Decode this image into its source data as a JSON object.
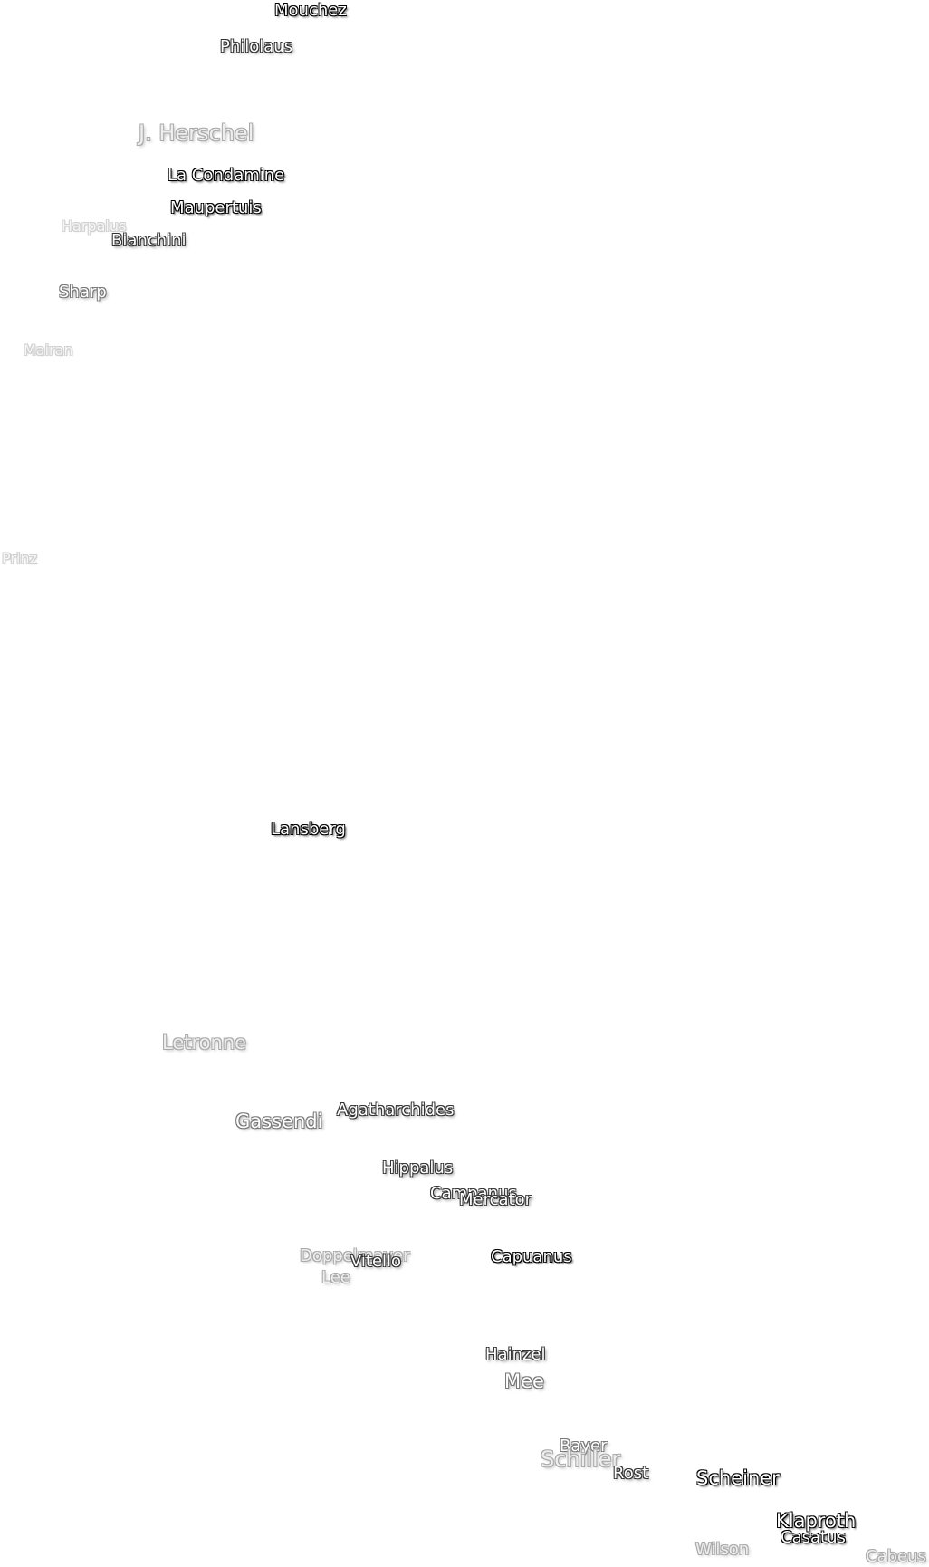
{
  "map": {
    "labels": {
      "mouchez": "Mouchez",
      "philolaus": "Philolaus",
      "j_herschel": "J. Herschel",
      "la_condamine": "La Condamine",
      "maupertuis": "Maupertuis",
      "harpalus": "Harpalus",
      "bianchini": "Bianchini",
      "sharp": "Sharp",
      "mairan": "Mairan",
      "prinz": "Prinz",
      "lansberg": "Lansberg",
      "letronne": "Letronne",
      "gassendi": "Gassendi",
      "agatharchides": "Agatharchides",
      "hippalus": "Hippalus",
      "campanus": "Campanus",
      "mercator": "Mercator",
      "doppelmayer": "Doppelmayer",
      "vitello": "Vitello",
      "lee": "Lee",
      "capuanus": "Capuanus",
      "hainzel": "Hainzel",
      "mee": "Mee",
      "bayer": "Bayer",
      "schiller": "Schiller",
      "rost": "Rost",
      "scheiner": "Scheiner",
      "klaproth": "Klaproth",
      "casatus": "Casatus",
      "wilson": "Wilson",
      "cabeus": "Cabeus"
    }
  }
}
